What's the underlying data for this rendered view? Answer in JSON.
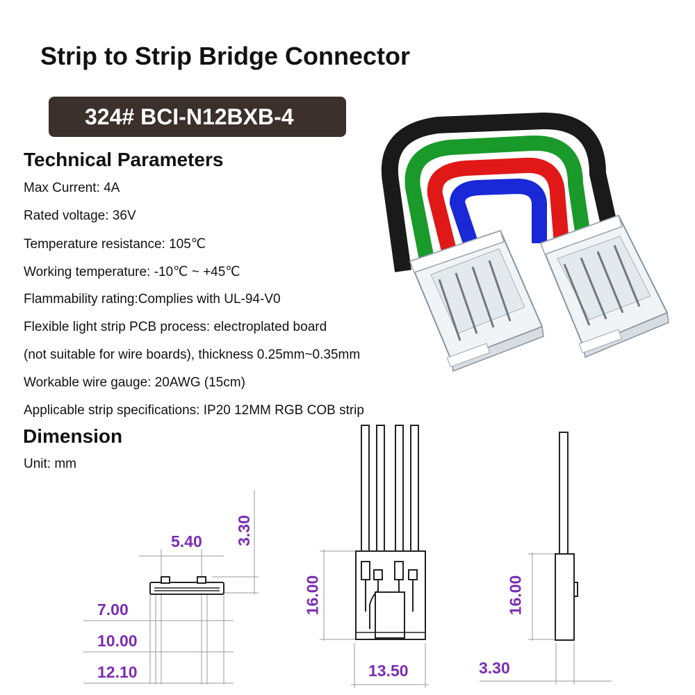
{
  "header": {
    "title": "Strip to Strip Bridge Connector",
    "model": "324#  BCI-N12BXB-4"
  },
  "technical": {
    "heading": "Technical Parameters",
    "lines": [
      "Max Current: 4A",
      "Rated voltage: 36V",
      "Temperature resistance: 105℃",
      "Working temperature: -10℃ ~ +45℃",
      "Flammability rating:Complies with UL-94-V0",
      "Flexible light strip PCB process: electroplated board",
      "(not suitable for wire boards), thickness 0.25mm~0.35mm",
      "Workable wire gauge: 20AWG  (15cm)",
      "Applicable strip specifications: IP20 12MM  RGB COB strip"
    ]
  },
  "dimension": {
    "heading": "Dimension",
    "unit": "Unit: mm",
    "labels": {
      "side_width": "5.40",
      "side_height": "3.30",
      "inner_7": "7.00",
      "inner_10": "10.00",
      "overall_12": "12.10",
      "front_height": "16.00",
      "front_width": "13.50",
      "profile_height": "16.00",
      "profile_width": "3.30"
    }
  },
  "colors": {
    "badge": "#3b302b",
    "dimension_text": "#7a2db3",
    "wire_black": "#1a1a1a",
    "wire_green": "#1a9a2a",
    "wire_red": "#e01818",
    "wire_blue": "#1a28d8"
  }
}
